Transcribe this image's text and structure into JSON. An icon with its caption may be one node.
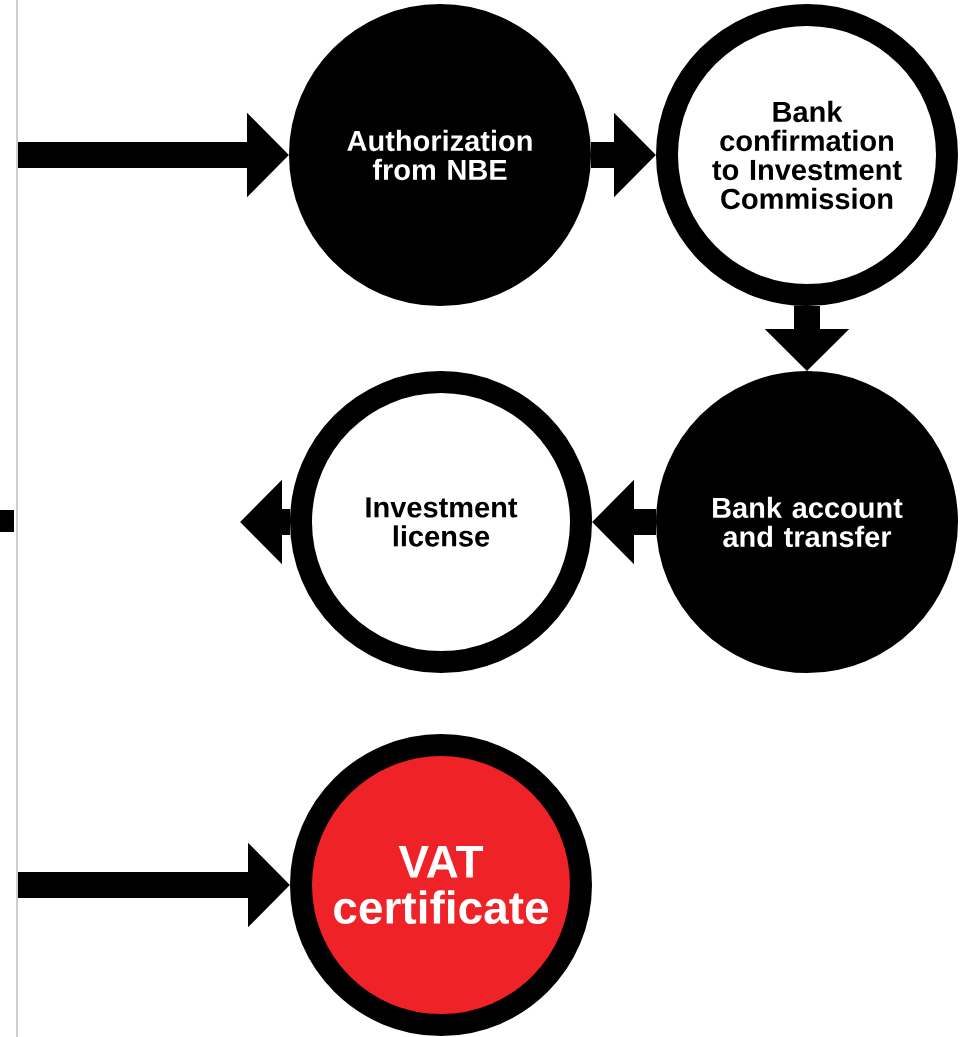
{
  "diagram": {
    "nodes": [
      {
        "text": [
          "Authorization from NBE"
        ]
      },
      {
        "text": [
          "Bank confirmation to Investment Commission"
        ]
      },
      {
        "text": [
          "Bank account and transfer"
        ]
      },
      {
        "text": [
          "Investment license"
        ]
      },
      {
        "text": [
          "VAT certificate"
        ]
      }
    ],
    "edges": [
      {
        "from": null,
        "to": 0,
        "arrow": "to"
      },
      {
        "from": 0,
        "to": 1,
        "arrow": "to"
      },
      {
        "from": 1,
        "to": 2,
        "arrow": "to"
      },
      {
        "from": 2,
        "to": 3,
        "arrow": "to"
      },
      {
        "from": 3,
        "to": null,
        "arrow": "to"
      },
      {
        "from": null,
        "to": 4,
        "arrow": "to"
      }
    ]
  }
}
